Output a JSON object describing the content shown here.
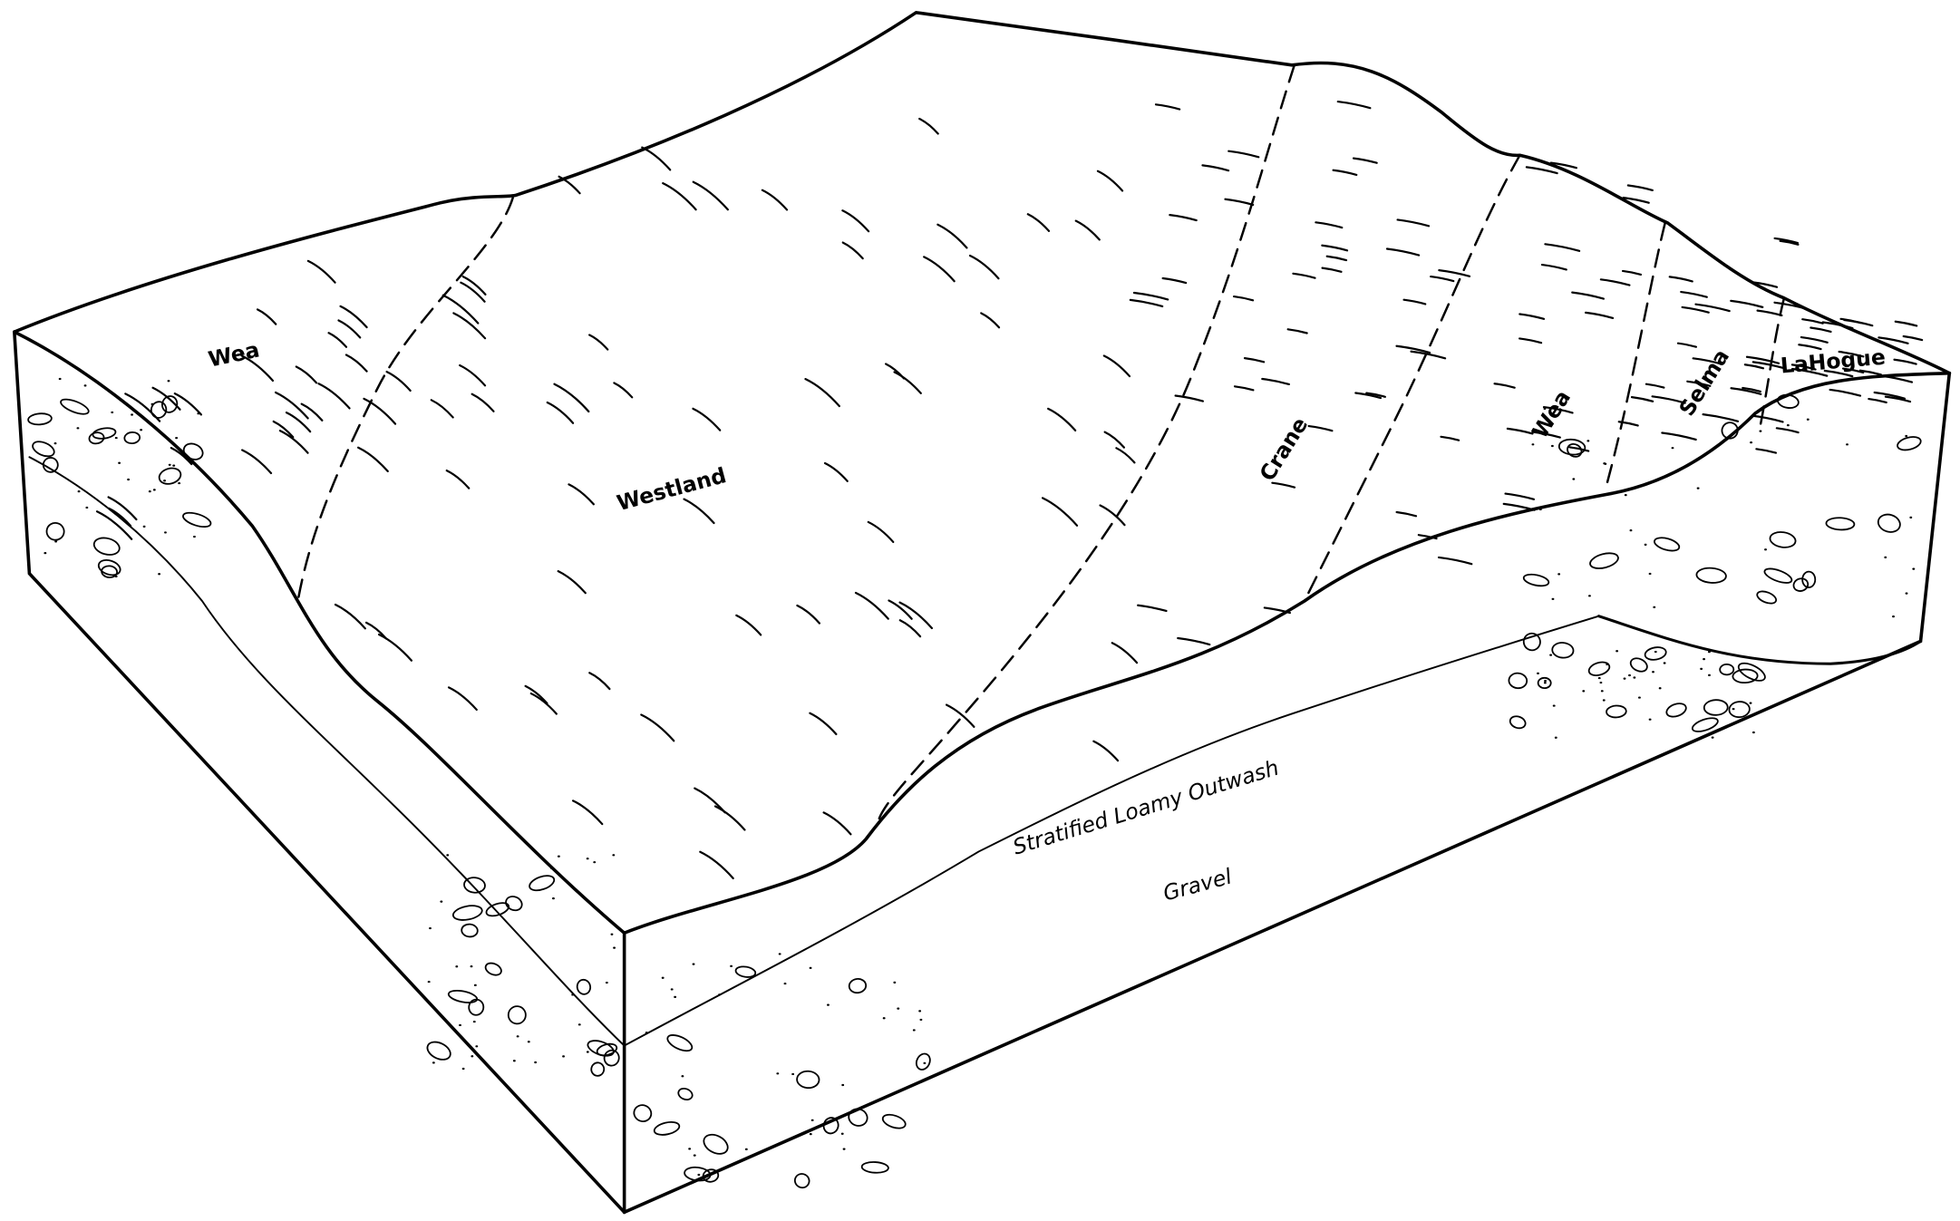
{
  "soil_units": {
    "wea_left": "Wea",
    "westland": "Westland",
    "crane": "Crane",
    "wea_right": "Wea",
    "selma": "Selma",
    "lahogue": "LaHogue"
  },
  "layers": {
    "outwash": "Stratified Loamy Outwash",
    "gravel": "Gravel"
  }
}
